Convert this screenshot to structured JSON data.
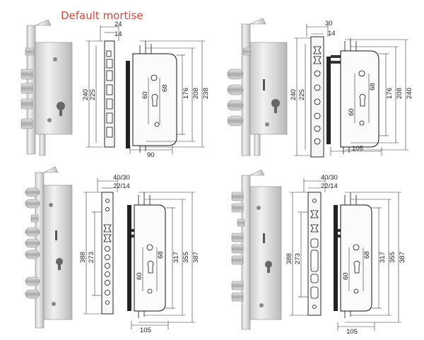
{
  "title": "Default mortise",
  "panels": [
    {
      "id": "top-left",
      "top_dims": [
        "24",
        "14"
      ],
      "left_dims": [
        "240",
        "225"
      ],
      "right_dims": [
        "176",
        "208",
        "238"
      ],
      "inner_dims": [
        "60",
        "68"
      ],
      "bottom_dim": "90"
    },
    {
      "id": "top-right",
      "top_dims": [
        "30",
        "14"
      ],
      "left_dims": [
        "240",
        "225"
      ],
      "right_dims": [
        "176",
        "208",
        "240"
      ],
      "inner_dims": [
        "60",
        "68"
      ],
      "bottom_dim": "105"
    },
    {
      "id": "bottom-left",
      "top_dims": [
        "40/30",
        "22/14"
      ],
      "left_dims": [
        "388",
        "273"
      ],
      "right_dims": [
        "317",
        "355",
        "387"
      ],
      "inner_dims": [
        "60",
        "68"
      ],
      "bottom_dim": "105"
    },
    {
      "id": "bottom-right",
      "top_dims": [
        "40/30",
        "22/14"
      ],
      "left_dims": [
        "388",
        "273"
      ],
      "right_dims": [
        "317",
        "355",
        "387"
      ],
      "inner_dims": [
        "60",
        "68"
      ],
      "bottom_dim": "105"
    }
  ]
}
